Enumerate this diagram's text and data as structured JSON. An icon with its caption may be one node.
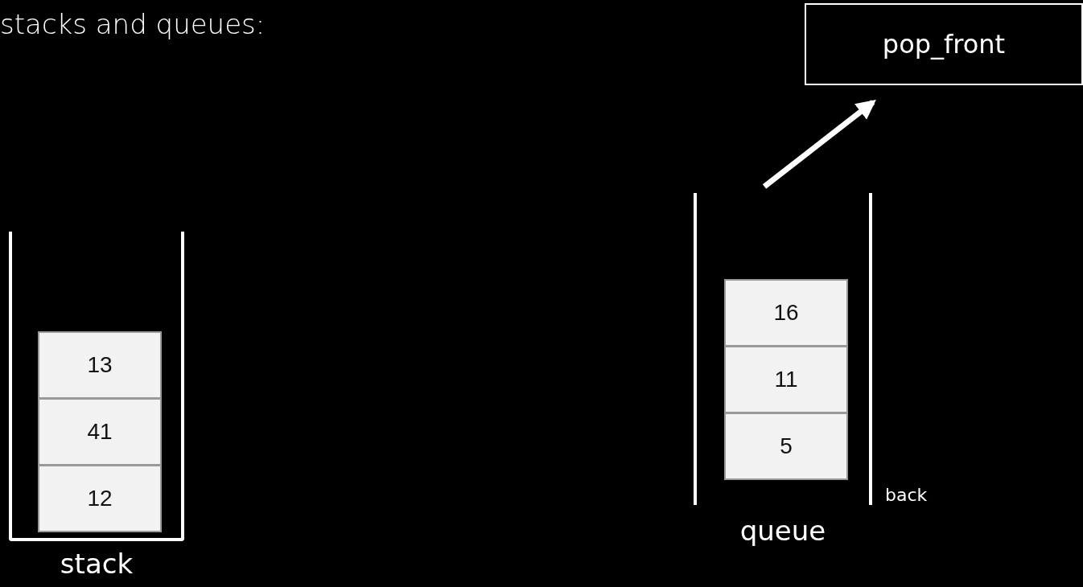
{
  "diagram": {
    "title": "stacks and queues:",
    "nodes": [
      {
        "text": [
          "stack"
        ]
      },
      {
        "text": [
          "13"
        ],
        "in": 0
      },
      {
        "text": [
          "41"
        ],
        "in": 0
      },
      {
        "text": [
          "12"
        ],
        "in": 0
      },
      {
        "text": [
          "queue"
        ],
        "beside": [
          "back"
        ]
      },
      {
        "text": [
          "16"
        ],
        "in": 4
      },
      {
        "text": [
          "11"
        ],
        "in": 4
      },
      {
        "text": [
          "5"
        ],
        "in": 4
      },
      {
        "text": [
          "pop_front"
        ]
      }
    ],
    "edges": [
      {
        "from": 4,
        "to": 8,
        "arrow": "to"
      }
    ]
  }
}
